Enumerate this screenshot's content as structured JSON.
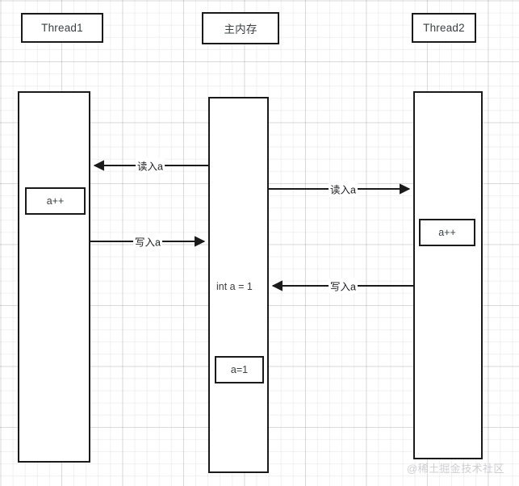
{
  "diagram": {
    "title_nodes": [
      {
        "id": "thread1-header",
        "label": "Thread1"
      },
      {
        "id": "main-memory-header",
        "label": "主内存"
      },
      {
        "id": "thread2-header",
        "label": "Thread2"
      }
    ],
    "lanes": [
      {
        "id": "thread1-lane",
        "owner": "Thread1"
      },
      {
        "id": "main-memory-lane",
        "owner": "主内存"
      },
      {
        "id": "thread2-lane",
        "owner": "Thread2"
      }
    ],
    "lane_contents": {
      "thread1_operation": "a++",
      "main_memory_declaration": "int a = 1",
      "main_memory_value": "a=1",
      "thread2_operation": "a++"
    },
    "edges": [
      {
        "id": "edge-read-a-to-thread1",
        "label": "读入a",
        "from": "主内存",
        "to": "Thread1",
        "direction": "left"
      },
      {
        "id": "edge-write-a-to-memory-from-thread1",
        "label": "写入a",
        "from": "Thread1",
        "to": "主内存",
        "direction": "right"
      },
      {
        "id": "edge-read-a-to-thread2",
        "label": "读入a",
        "from": "主内存",
        "to": "Thread2",
        "direction": "right"
      },
      {
        "id": "edge-write-a-to-memory-from-thread2",
        "label": "写入a",
        "from": "Thread2",
        "to": "主内存",
        "direction": "left"
      }
    ],
    "watermark": "@稀土掘金技术社区",
    "colors": {
      "stroke": "#1a1a1a",
      "text": "#3c4043",
      "background": "#ffffff",
      "grid_minor": "rgba(0,0,0,0.055)",
      "grid_major": "rgba(0,0,0,0.10)"
    }
  }
}
